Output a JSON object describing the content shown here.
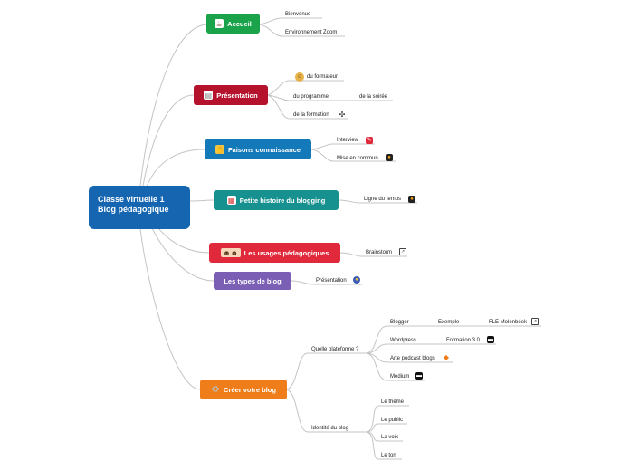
{
  "root": {
    "line1": "Classe virtuelle 1",
    "line2": "Blog pédagogique"
  },
  "branches": {
    "accueil": {
      "label": "Accueil",
      "icon": "coffee-icon",
      "color": "#1aa34a",
      "children": [
        "Bienvenue",
        "Environnement Zoom"
      ]
    },
    "presentation": {
      "label": "Présentation",
      "icon": "document-icon",
      "color": "#b5122e",
      "children": [
        "du formateur",
        "du programme",
        "de la soirée",
        "de la formation"
      ]
    },
    "faisons": {
      "label": "Faisons connaissance",
      "icon": "handshake-icon",
      "color": "#1479b8",
      "children": [
        "Interview",
        "Mise en commun"
      ]
    },
    "histoire": {
      "label": "Petite histoire du blogging",
      "icon": "calendar-icon",
      "color": "#17918f",
      "children": [
        "Ligne du temps"
      ]
    },
    "usages": {
      "label": "Les usages pédagogiques",
      "icon": "teachers-icon",
      "color": "#e0293a",
      "children": [
        "Brainstorm"
      ]
    },
    "types": {
      "label": "Les types de blog",
      "color": "#7a5fb5",
      "children": [
        "Présentation"
      ]
    },
    "creer": {
      "label": "Créer votre blog",
      "icon": "gear-icon",
      "color": "#ee7d1a",
      "plateforme": {
        "label": "Quelle plateforme ?",
        "children": [
          "Blogger",
          "Exemple",
          "FLE Molenbeek",
          "Wordpress",
          "Formation 3.0",
          "Arte podcast blogs",
          "Medium"
        ]
      },
      "identite": {
        "label": "Identité du blog",
        "children": [
          "Le thème",
          "Le public",
          "La voix",
          "Le ton"
        ]
      }
    }
  }
}
